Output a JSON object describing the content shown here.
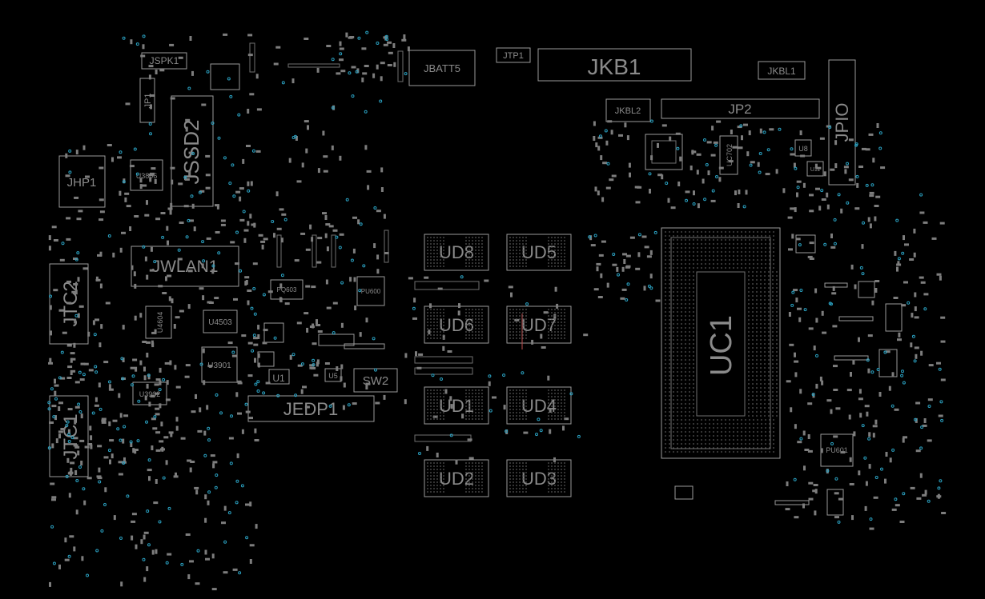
{
  "board": {
    "background": "#000000",
    "outline_color": "#9a9a9a",
    "via_color": "#2aa0c0",
    "labels": {
      "jspk1": "JSPK1",
      "jp1": "JP1",
      "jssd2": "JSSD2",
      "jhp1": "JHP1",
      "u3806": "U3806",
      "jbatt5": "JBATT5",
      "jtp1": "JTP1",
      "jkb1": "JKB1",
      "jkbl1": "JKBL1",
      "jkbl2": "JKBL2",
      "jp2": "JP2",
      "jpio": "JPIO",
      "uc702": "UC702",
      "u8": "U8",
      "u11": "U11",
      "jwlan1": "JWLAN1",
      "jtc2": "JTC2",
      "jtc1": "JTC1",
      "u4604": "U4604",
      "u4503": "U4503",
      "u3901": "U3901",
      "u3902": "U3902",
      "u1": "U1",
      "u5": "U5",
      "sw2": "SW2",
      "jedp1": "JEDP1",
      "pu600": "PU600",
      "pq603": "PQ603",
      "ud8": "UD8",
      "ud5": "UD5",
      "ud6": "UD6",
      "ud7": "UD7",
      "ud1": "UD1",
      "ud4": "UD4",
      "ud2": "UD2",
      "ud3": "UD3",
      "uc1": "UC1",
      "pu601": "PU601"
    }
  }
}
